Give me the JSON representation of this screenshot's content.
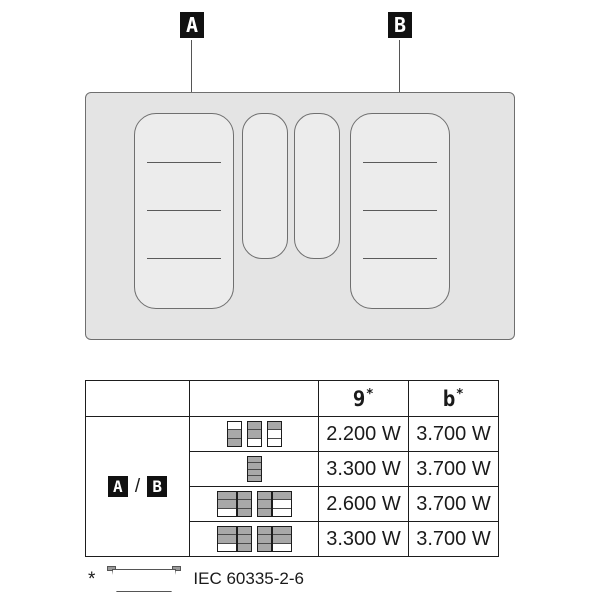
{
  "callouts": [
    {
      "id": "A",
      "label": "A"
    },
    {
      "id": "B",
      "label": "B"
    }
  ],
  "cooktop": {
    "zones": [
      {
        "name": "zone-a",
        "label": "A",
        "type": "large",
        "dividers": 3
      },
      {
        "name": "zone-mid-left",
        "label": "",
        "type": "small",
        "dividers": 0
      },
      {
        "name": "zone-mid-right",
        "label": "",
        "type": "small",
        "dividers": 0
      },
      {
        "name": "zone-b",
        "label": "B",
        "type": "large",
        "dividers": 3
      }
    ]
  },
  "table": {
    "row_label": {
      "left": "A",
      "slash": "/",
      "right": "B"
    },
    "headers": {
      "normal": "9",
      "boost": "b",
      "star": "*"
    },
    "rows": [
      {
        "config": "three-single-zones",
        "icons": [
          {
            "segments": [
              "off",
              "on",
              "on"
            ]
          },
          {
            "segments": [
              "on",
              "on",
              "off"
            ]
          },
          {
            "segments": [
              "on",
              "off",
              "off"
            ]
          }
        ],
        "power_normal": "2.200 W",
        "power_boost": "3.700 W"
      },
      {
        "config": "one-single-zone",
        "icons": [
          {
            "segments": [
              "on",
              "on",
              "on",
              "on"
            ]
          }
        ],
        "power_normal": "3.300 W",
        "power_boost": "3.700 W"
      },
      {
        "config": "two-bridged-zones-partial",
        "icons": [
          {
            "segments": [
              "on",
              "on",
              "off"
            ],
            "side": "left"
          },
          {
            "segments": [
              "on",
              "off",
              "off"
            ],
            "side": "right"
          }
        ],
        "power_normal": "2.600 W",
        "power_boost": "3.700 W"
      },
      {
        "config": "two-bridged-zones-full",
        "icons": [
          {
            "segments": [
              "on",
              "on",
              "off"
            ],
            "side": "left"
          },
          {
            "segments": [
              "on",
              "on",
              "off"
            ],
            "side": "right"
          }
        ],
        "power_normal": "3.300 W",
        "power_boost": "3.700 W"
      }
    ]
  },
  "footnote": {
    "star": "*",
    "pan_icon": "pan-icon",
    "standard": "IEC 60335-2-6"
  },
  "colors": {
    "cooktop_surface": "#e4e4e4",
    "zone_fill": "#ececec",
    "outline": "#6f6f6f",
    "table_border": "#1d1d1d",
    "segment_on": "#a8a8a8",
    "badge_bg": "#111111"
  }
}
